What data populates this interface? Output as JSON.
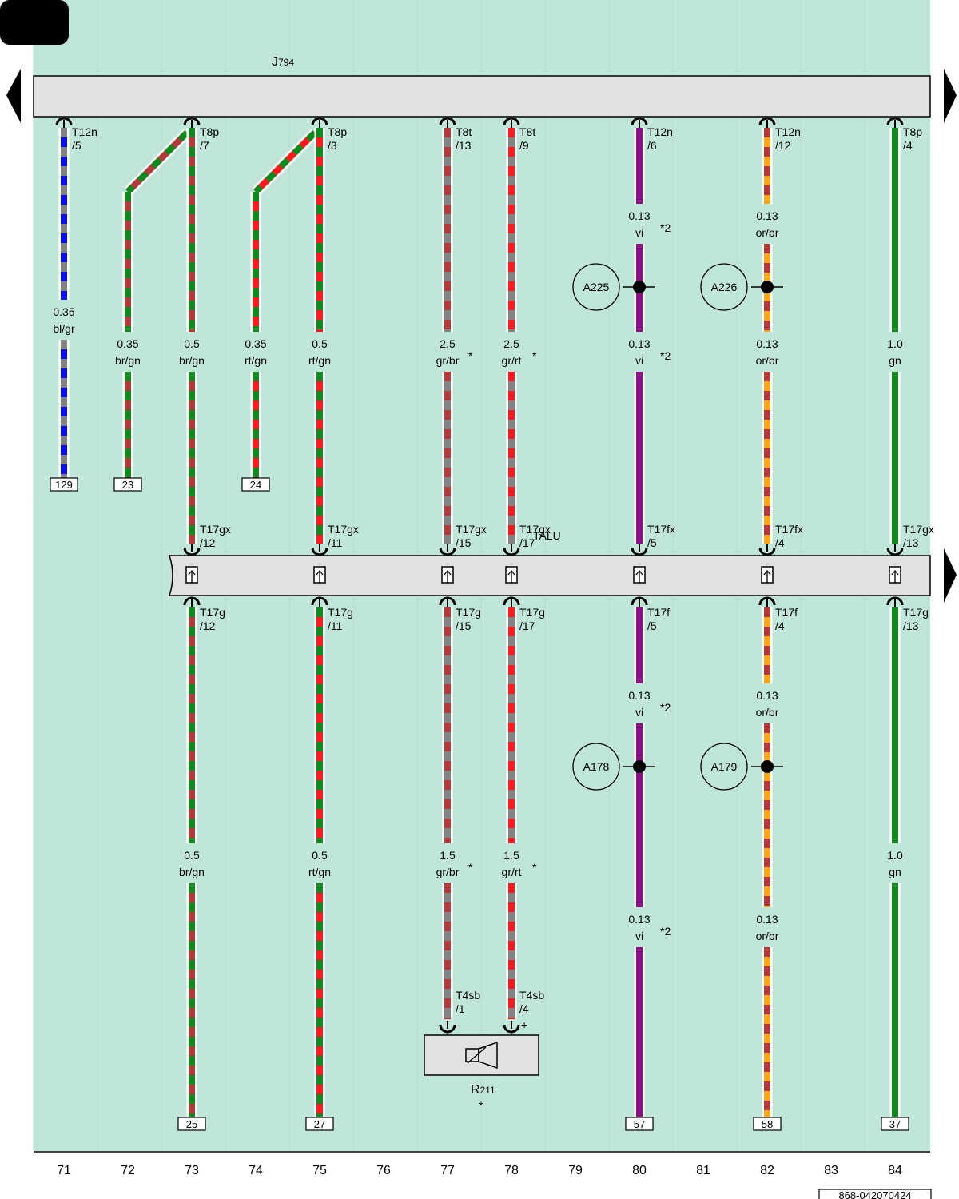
{
  "colors": {
    "background": "#c0e6da",
    "bar": "#e1e1e1",
    "black": "#000000"
  },
  "wire_colors": {
    "bl": "#0c12ee",
    "gr": "#838383",
    "br": "#b23a3a",
    "gn": "#0d8a1c",
    "rt": "#fc1a1a",
    "vi": "#8a0f8a",
    "or": "#f8a81e"
  },
  "module_top": {
    "name": "J",
    "sub": "794"
  },
  "module_mid": {
    "name": "TALU"
  },
  "component": {
    "name": "R",
    "sub": "211",
    "note": "*"
  },
  "columns": [
    "71",
    "72",
    "73",
    "74",
    "75",
    "76",
    "77",
    "78",
    "79",
    "80",
    "81",
    "82",
    "83",
    "84"
  ],
  "doc_number": "868-042070424",
  "wires": [
    {
      "col": "71",
      "colors": [
        "bl",
        "gr"
      ],
      "top_conn": [
        "T12n",
        "/5"
      ],
      "labels": [
        {
          "gauge": "0.35",
          "color": "bl/gr"
        }
      ],
      "end": "129"
    },
    {
      "col": "72",
      "colors": [
        "br",
        "gn"
      ],
      "labels": [
        {
          "gauge": "0.35",
          "color": "br/gn"
        }
      ],
      "end": "23"
    },
    {
      "col": "73",
      "colors": [
        "br",
        "gn"
      ],
      "top_conn": [
        "T8p",
        "/7"
      ],
      "labels": [
        {
          "gauge": "0.5",
          "color": "br/gn"
        },
        {
          "gauge": "0.5",
          "color": "br/gn"
        }
      ],
      "mid_top": [
        "T17gx",
        "/12"
      ],
      "mid_bot": [
        "T17g",
        "/12"
      ],
      "end": "25"
    },
    {
      "col": "74",
      "colors": [
        "rt",
        "gn"
      ],
      "labels": [
        {
          "gauge": "0.35",
          "color": "rt/gn"
        }
      ],
      "end": "24"
    },
    {
      "col": "75",
      "colors": [
        "rt",
        "gn"
      ],
      "top_conn": [
        "T8p",
        "/3"
      ],
      "labels": [
        {
          "gauge": "0.5",
          "color": "rt/gn"
        },
        {
          "gauge": "0.5",
          "color": "rt/gn"
        }
      ],
      "mid_top": [
        "T17gx",
        "/11"
      ],
      "mid_bot": [
        "T17g",
        "/11"
      ],
      "end": "27"
    },
    {
      "col": "77",
      "colors": [
        "gr",
        "br"
      ],
      "top_conn": [
        "T8t",
        "/13"
      ],
      "labels": [
        {
          "gauge": "2.5",
          "color": "gr/br",
          "note": "*"
        },
        {
          "gauge": "1.5",
          "color": "gr/br",
          "note": "*"
        }
      ],
      "mid_top": [
        "T17gx",
        "/15"
      ],
      "mid_bot": [
        "T17g",
        "/15"
      ],
      "bot_conn": [
        "T4sb",
        "/1"
      ],
      "pin": "-"
    },
    {
      "col": "78",
      "colors": [
        "gr",
        "rt"
      ],
      "top_conn": [
        "T8t",
        "/9"
      ],
      "labels": [
        {
          "gauge": "2.5",
          "color": "gr/rt",
          "note": "*"
        },
        {
          "gauge": "1.5",
          "color": "gr/rt",
          "note": "*"
        }
      ],
      "mid_top": [
        "T17gx",
        "/17"
      ],
      "mid_bot": [
        "T17g",
        "/17"
      ],
      "bot_conn": [
        "T4sb",
        "/4"
      ],
      "pin": "+"
    },
    {
      "col": "80",
      "colors": [
        "vi"
      ],
      "top_conn": [
        "T12n",
        "/6"
      ],
      "labels": [
        {
          "gauge": "0.13",
          "color": "vi",
          "note": "*2"
        },
        {
          "gauge": "0.13",
          "color": "vi",
          "note": "*2"
        },
        {
          "gauge": "0.13",
          "color": "vi",
          "note": "*2"
        },
        {
          "gauge": "0.13",
          "color": "vi",
          "note": "*2"
        }
      ],
      "splices": [
        "A225",
        "A178"
      ],
      "mid_top": [
        "T17fx",
        "/5"
      ],
      "mid_bot": [
        "T17f",
        "/5"
      ],
      "end": "57"
    },
    {
      "col": "82",
      "colors": [
        "or",
        "br"
      ],
      "top_conn": [
        "T12n",
        "/12"
      ],
      "labels": [
        {
          "gauge": "0.13",
          "color": "or/br"
        },
        {
          "gauge": "0.13",
          "color": "or/br"
        },
        {
          "gauge": "0.13",
          "color": "or/br"
        },
        {
          "gauge": "0.13",
          "color": "or/br"
        }
      ],
      "splices": [
        "A226",
        "A179"
      ],
      "mid_top": [
        "T17fx",
        "/4"
      ],
      "mid_bot": [
        "T17f",
        "/4"
      ],
      "end": "58"
    },
    {
      "col": "84",
      "colors": [
        "gn"
      ],
      "top_conn": [
        "T8p",
        "/4"
      ],
      "labels": [
        {
          "gauge": "1.0",
          "color": "gn"
        },
        {
          "gauge": "1.0",
          "color": "gn"
        }
      ],
      "mid_top": [
        "T17gx",
        "/13"
      ],
      "mid_bot": [
        "T17g",
        "/13"
      ],
      "end": "37"
    }
  ]
}
